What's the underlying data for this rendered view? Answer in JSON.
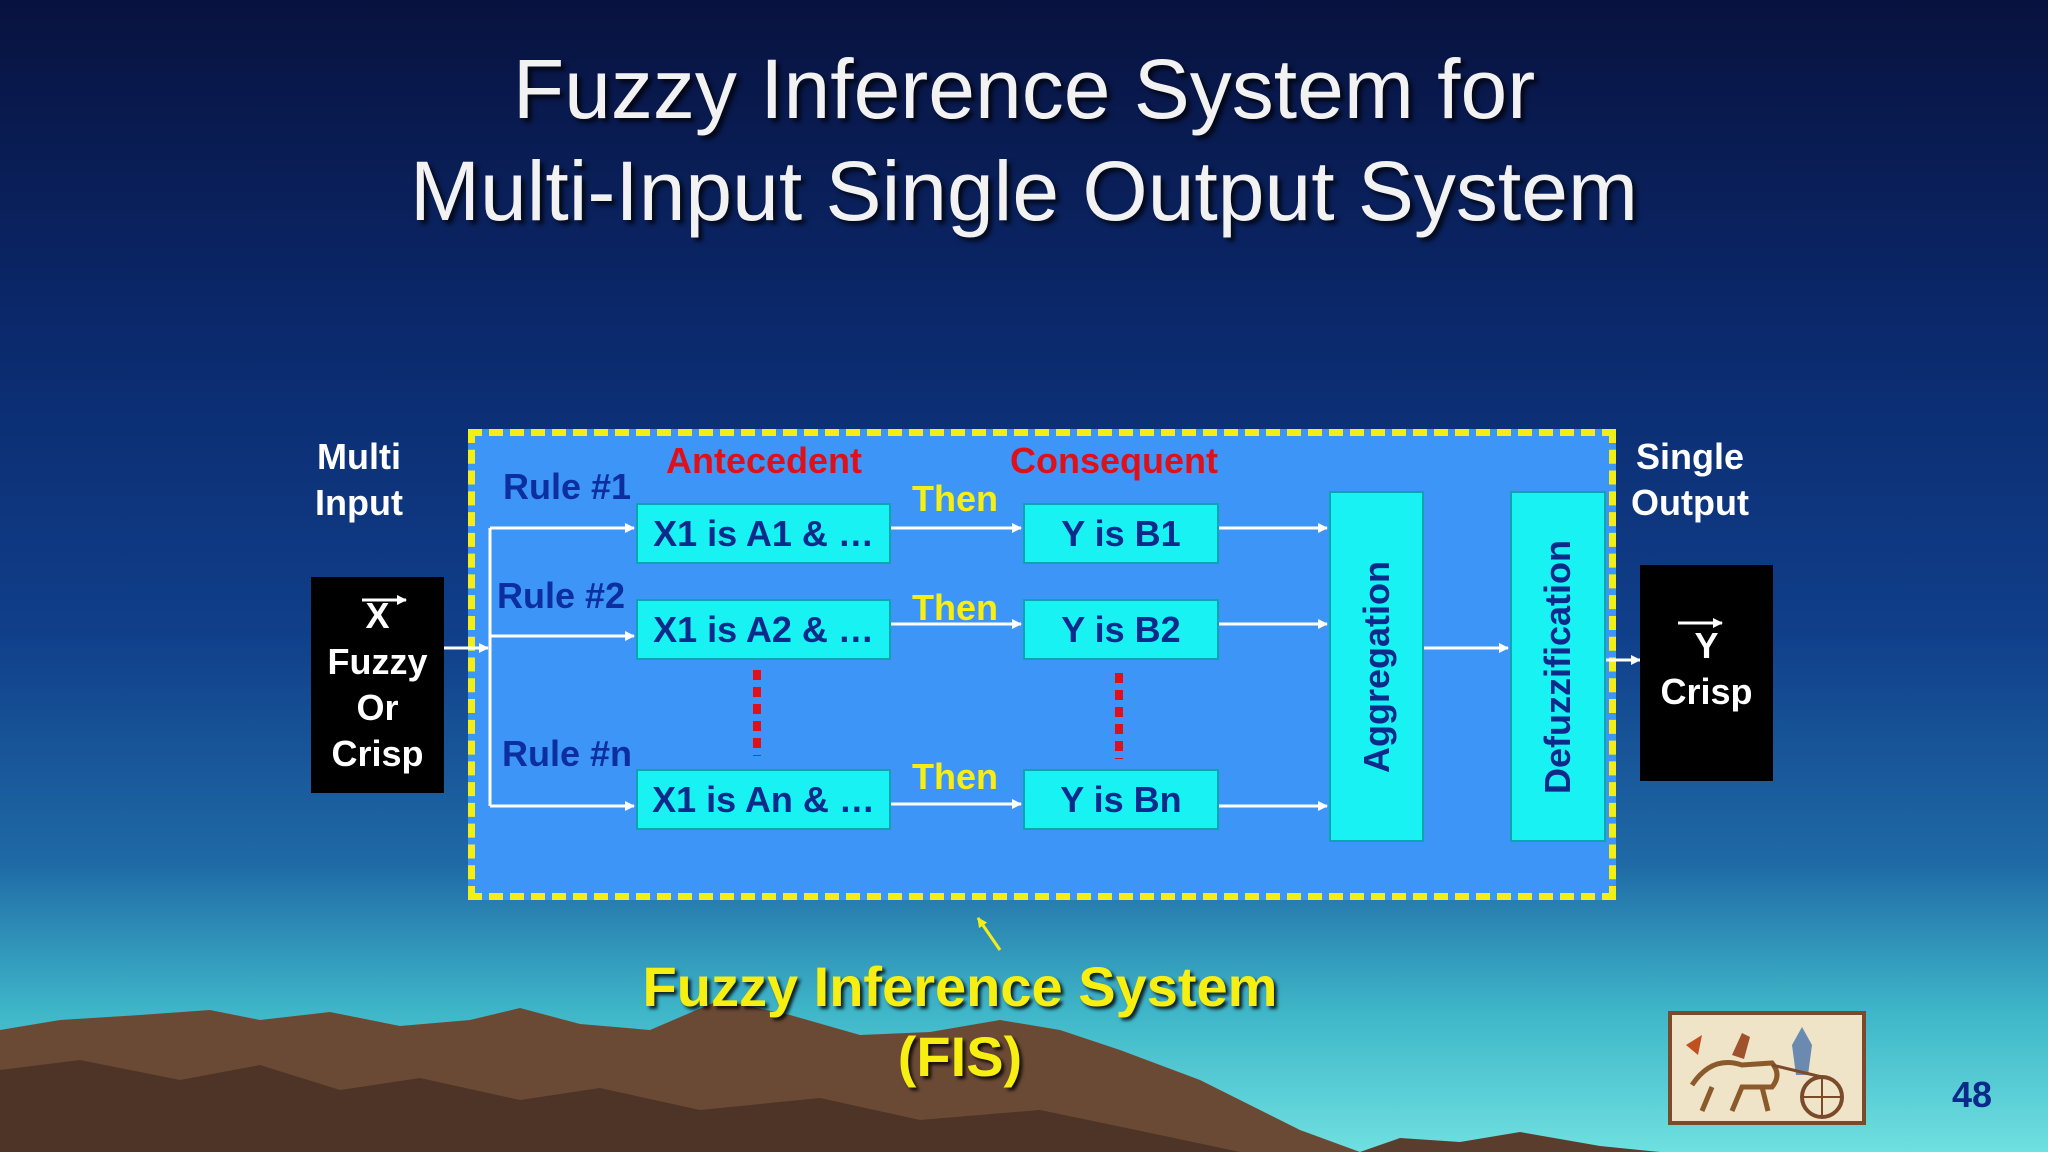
{
  "title": {
    "line1": "Fuzzy Inference System for",
    "line2": "Multi-Input Single Output System"
  },
  "diagram": {
    "input_label": [
      "Multi",
      "Input"
    ],
    "output_label": [
      "Single",
      "Output"
    ],
    "input_box": {
      "symbol": "X",
      "lines": [
        "Fuzzy",
        "Or",
        "Crisp"
      ]
    },
    "output_box": {
      "symbol": "Y",
      "lines": [
        "Crisp"
      ]
    },
    "antecedent_header": "Antecedent",
    "consequent_header": "Consequent",
    "rules": [
      {
        "label": "Rule #1",
        "antecedent": "X1 is A1 & …",
        "then": "Then",
        "consequent": "Y is B1"
      },
      {
        "label": "Rule #2",
        "antecedent": "X1 is A2 & …",
        "then": "Then",
        "consequent": "Y is B2"
      },
      {
        "label": "Rule #n",
        "antecedent": "X1 is An & …",
        "then": "Then",
        "consequent": "Y is Bn"
      }
    ],
    "aggregation": "Aggregation",
    "defuzzification": "Defuzzification",
    "caption": [
      "Fuzzy Inference System",
      "(FIS)"
    ]
  },
  "page_number": "48",
  "colors": {
    "fis_background": "#3d96f7",
    "fis_border": "#f4ee16",
    "block_fill": "#18f2f2",
    "header_red": "#e0101a",
    "then_yellow": "#f7ef12"
  }
}
